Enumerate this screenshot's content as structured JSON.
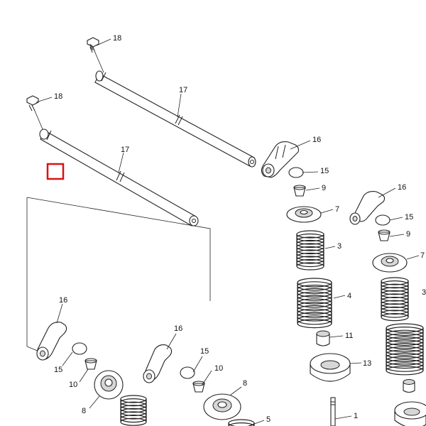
{
  "callouts": {
    "c18a": "18",
    "c18b": "18",
    "c17a": "17",
    "c17b": "17",
    "c16a": "16",
    "c16b": "16",
    "c16c": "16",
    "c16d": "16",
    "c15a": "15",
    "c15b": "15",
    "c15c": "15",
    "c15d": "15",
    "c9a": "9",
    "c9b": "9",
    "c10a": "10",
    "c10b": "10",
    "c7a": "7",
    "c7b": "7",
    "c8a": "8",
    "c8b": "8",
    "c3a": "3",
    "c3b": "3",
    "c4": "4",
    "c11": "11",
    "c13": "13",
    "c5": "5",
    "c1": "1"
  },
  "colors": {
    "selection_box": "#dd1111",
    "line": "#222222",
    "shade": "#d6d6d6"
  },
  "selection_marker": "red-square-outline"
}
